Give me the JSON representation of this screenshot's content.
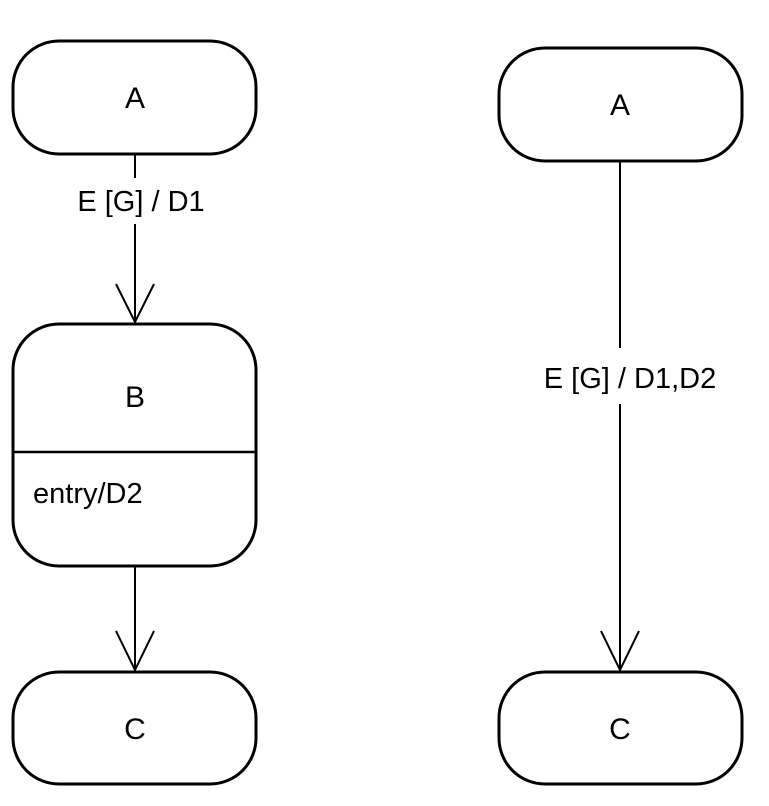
{
  "left_diagram": {
    "state_a": "A",
    "transition_a_b": "E [G] / D1",
    "state_b": "B",
    "state_b_entry": "entry/D2",
    "state_c": "C"
  },
  "right_diagram": {
    "state_a": "A",
    "transition_a_c": "E [G] / D1,D2",
    "state_c": "C"
  }
}
